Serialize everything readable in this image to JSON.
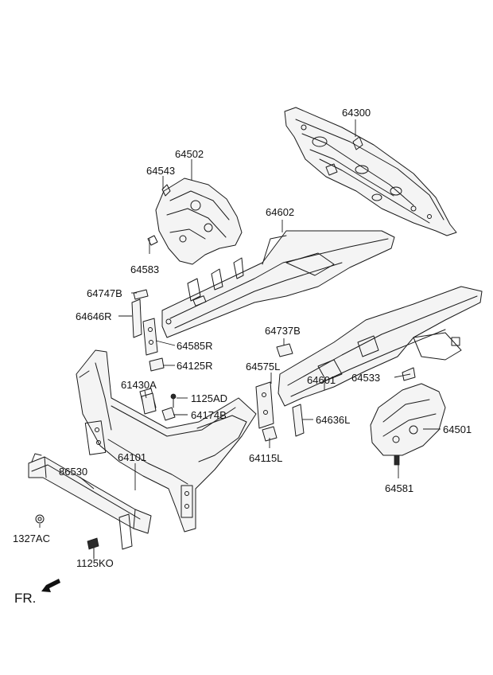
{
  "labels": {
    "p64300": "64300",
    "p64502": "64502",
    "p64543": "64543",
    "p64583": "64583",
    "p64602": "64602",
    "p64747B": "64747B",
    "p64646R": "64646R",
    "p64585R": "64585R",
    "p64125R": "64125R",
    "p64737B": "64737B",
    "p64575L": "64575L",
    "p64533": "64533",
    "p64601": "64601",
    "p64636L": "64636L",
    "p64501": "64501",
    "p64115L": "64115L",
    "p64581": "64581",
    "p61430A": "61430A",
    "p1125AD": "1125AD",
    "p64174B": "64174B",
    "p64101": "64101",
    "p86530": "86530",
    "p1327AC": "1327AC",
    "p1125KO": "1125KO"
  },
  "direction": {
    "label": "FR."
  },
  "icons": {
    "front_arrow": "arrow-left-down-icon"
  }
}
